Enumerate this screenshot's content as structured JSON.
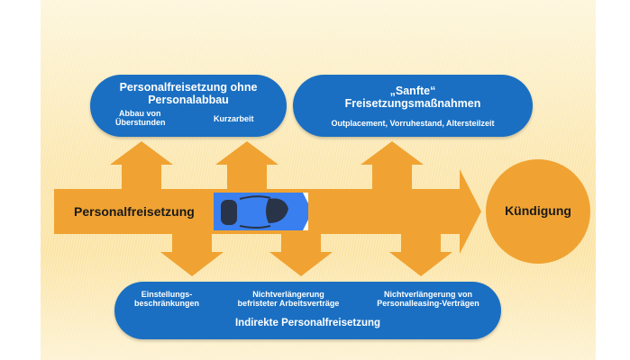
{
  "colors": {
    "orange": "#f0a332",
    "blue": "#1a6fc2",
    "car": "#3a7ff0"
  },
  "top_left": {
    "title_line1": "Personalfreisetzung ohne",
    "title_line2": "Personalabbau",
    "item1_line1": "Abbau von",
    "item1_line2": "Überstunden",
    "item2": "Kurzarbeit"
  },
  "top_right": {
    "title_line1": "„Sanfte“",
    "title_line2": "Freisetzungsmaßnahmen",
    "items": "Outplacement, Vorruhestand, Altersteilzeit"
  },
  "bottom": {
    "item1_line1": "Einstellungs-",
    "item1_line2": "beschränkungen",
    "item2_line1": "Nichtverlängerung",
    "item2_line2": "befristeter Arbeitsverträge",
    "item3_line1": "Nichtverlängerung von",
    "item3_line2": "Personalleasing-Verträgen",
    "title": "Indirekte Personalfreisetzung"
  },
  "main_arrow": {
    "label": "Personalfreisetzung"
  },
  "end_circle": {
    "label": "Kündigung"
  },
  "car_icon": "car-top-view-icon"
}
